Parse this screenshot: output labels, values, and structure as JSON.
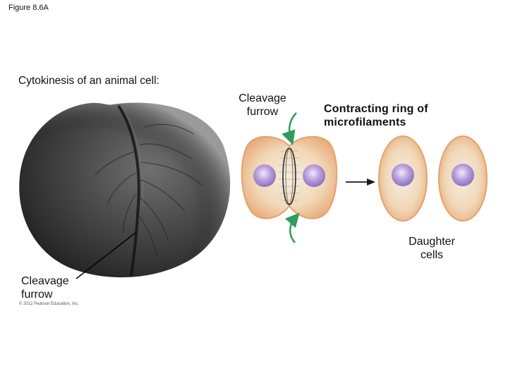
{
  "figure_label": "Figure 8.6A",
  "subtitle": "Cytokinesis of an animal cell:",
  "labels": {
    "cleavage_furrow_top": "Cleavage\nfurrow",
    "contracting_ring": "Contracting ring of\nmicrofilaments",
    "daughter_cells": "Daughter\ncells",
    "cleavage_furrow_bottom": "Cleavage\nfurrow"
  },
  "copyright": "© 2012 Pearson Education, Inc.",
  "colors": {
    "cell_fill": "#f3dcc0",
    "cell_edge": "#e7a873",
    "nucleus": "#a98fd1",
    "arrow_green": "#2e9b5f",
    "sem_dark": "#2a2a2a"
  }
}
